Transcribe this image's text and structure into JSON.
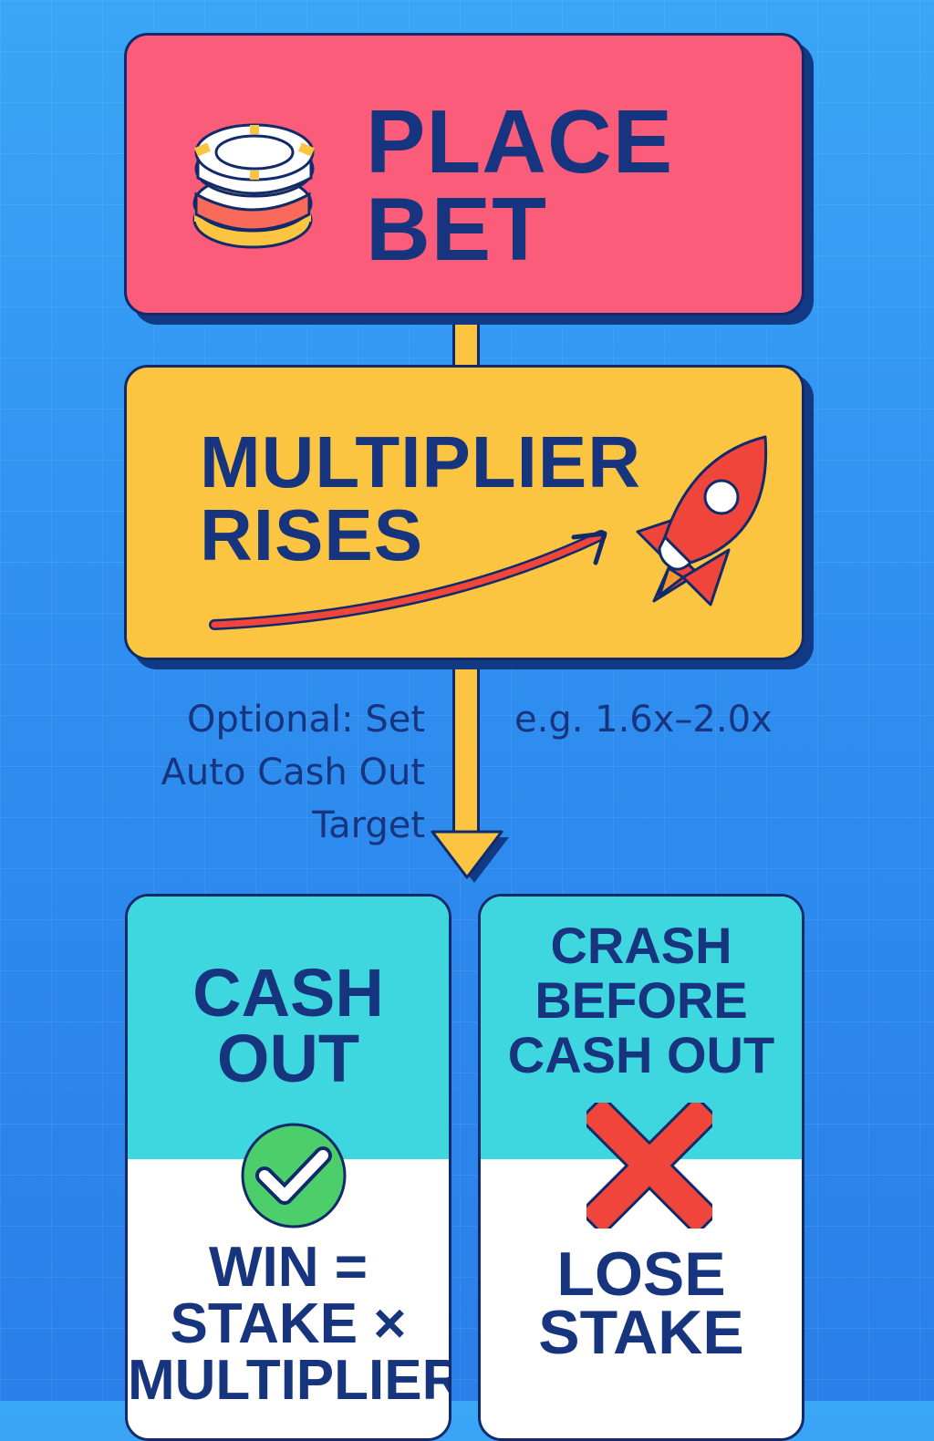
{
  "steps": {
    "place_bet": {
      "line1": "PLACE",
      "line2": "BET"
    },
    "multiplier": {
      "line1": "MULTIPLIER",
      "line2": "RISES"
    }
  },
  "notes": {
    "auto_line1": "Optional: Set",
    "auto_line2": "Auto Cash Out",
    "auto_line3": "Target",
    "range": "e.g. 1.6x–2.0x"
  },
  "outcomes": {
    "cash_out": {
      "title1": "CASH",
      "title2": "OUT",
      "result1": "WIN =",
      "result2": "STAKE ×",
      "result3": "MULTIPLIER",
      "icon": "check-circle-icon"
    },
    "crash": {
      "title1": "CRASH",
      "title2": "BEFORE",
      "title3": "CASH OUT",
      "result1": "LOSE",
      "result2": "STAKE",
      "icon": "red-x-icon"
    }
  },
  "colors": {
    "background": "#2f8ff0",
    "place_bet_box": "#fa5c7a",
    "multiplier_box": "#fbc542",
    "outcome_header": "#3fd7df",
    "text": "#17347f",
    "check_green": "#4ccf6a",
    "x_red": "#f0453a"
  }
}
